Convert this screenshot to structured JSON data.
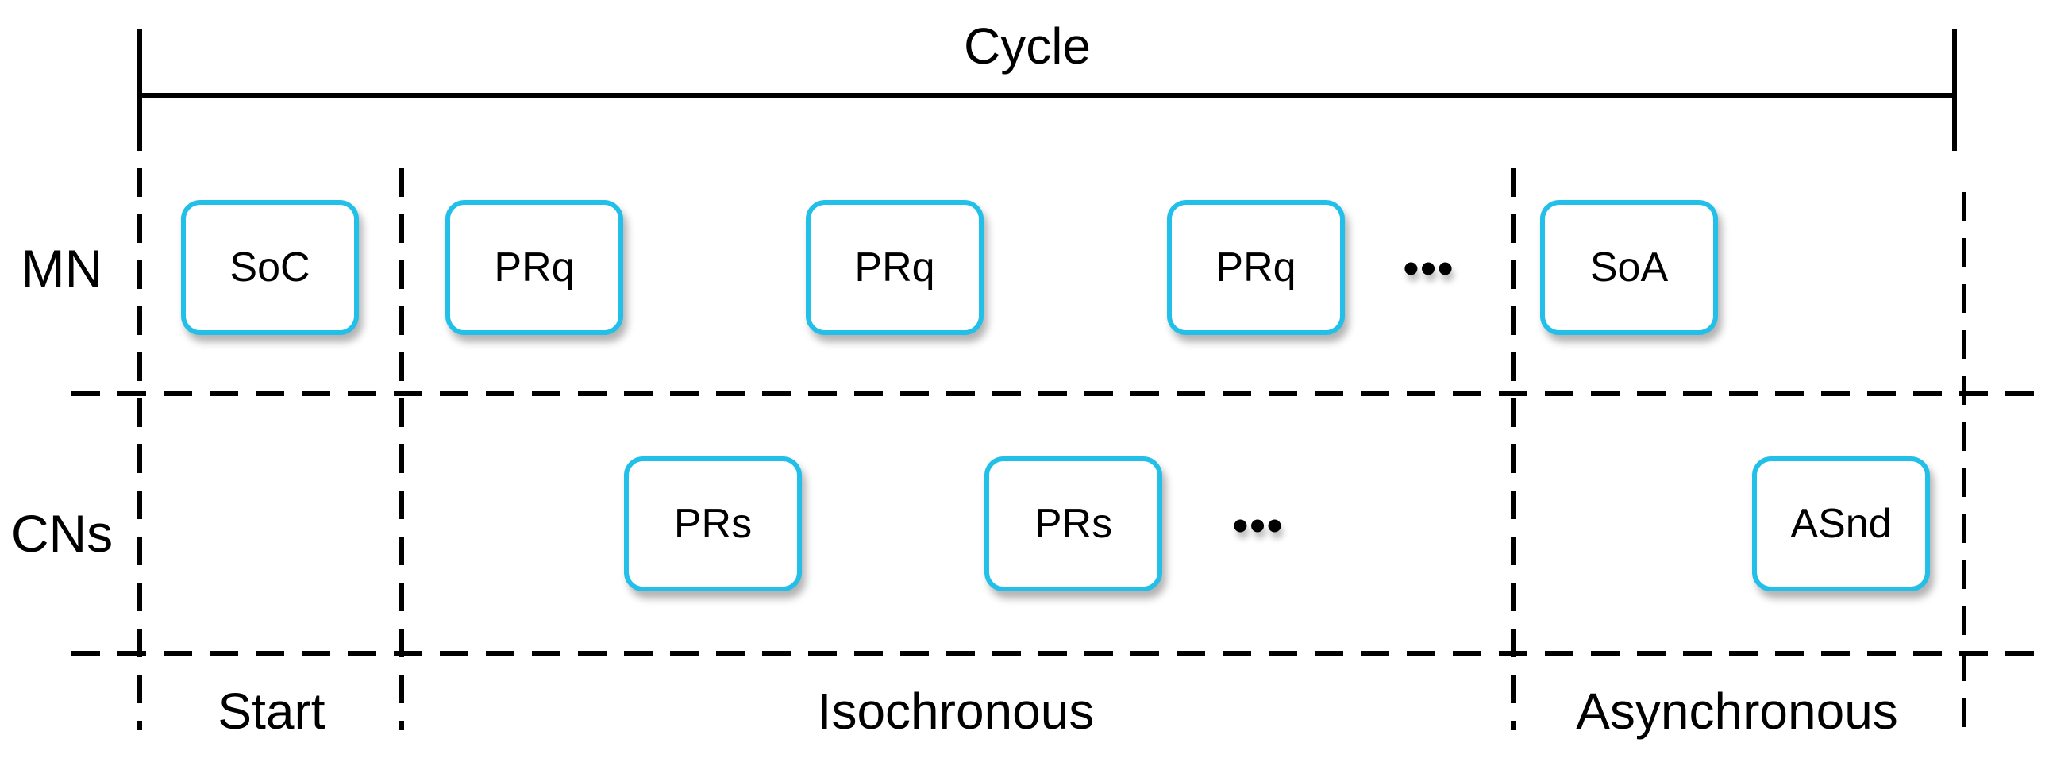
{
  "cycle_label": "Cycle",
  "rows": {
    "mn": "MN",
    "cns": "CNs"
  },
  "phases": {
    "start": "Start",
    "isochronous": "Isochronous",
    "asynchronous": "Asynchronous"
  },
  "mn_frames": [
    "SoC",
    "PRq",
    "PRq",
    "PRq",
    "SoA"
  ],
  "cn_frames": [
    "PRs",
    "PRs",
    "ASnd"
  ],
  "ellipsis": "•••",
  "colors": {
    "box_border": "#22bfe9",
    "line": "#000000"
  }
}
